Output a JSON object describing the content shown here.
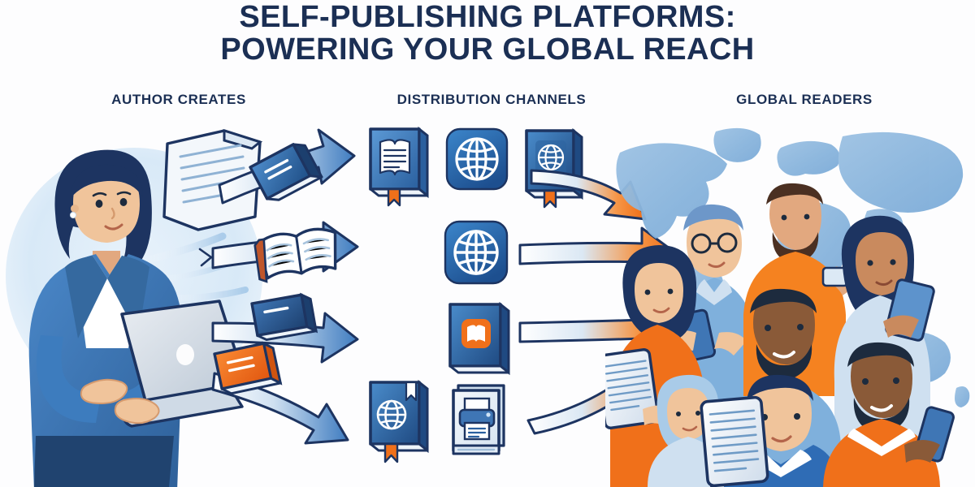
{
  "title": {
    "line1": "SELF-PUBLISHING PLATFORMS:",
    "line2": "POWERING YOUR GLOBAL REACH"
  },
  "columns": {
    "left_header": "AUTHOR CREATES",
    "middle_header": "DISTRIBUTION CHANNELS",
    "right_header": "GLOBAL READERS"
  },
  "colors": {
    "title_navy": "#1b2f54",
    "accent_orange": "#f0701a",
    "primary_blue": "#2f6cb5",
    "deep_blue": "#1d4f8f",
    "light_blue": "#a9cbe8",
    "pale_blue": "#dbeaf7",
    "map_blue": "#8ab4dd",
    "background": "#ffffff",
    "book_navy": "#244a7a",
    "skin_light": "#f0c49b",
    "skin_medium": "#c98a5e",
    "skin_dark": "#8a5a38"
  },
  "author_scene": {
    "label": "author-illustration",
    "figure": "woman-author-with-laptop",
    "blazer_color": "#3a79c0",
    "hair_color": "#1d3461",
    "laptop": "silver-laptop",
    "manuscript": "floating-document-pages",
    "circle_backdrop": "#dceaf7"
  },
  "flying_items": [
    {
      "name": "manuscript-pages",
      "type": "document"
    },
    {
      "name": "flying-book-blue-top",
      "type": "book",
      "color": "#2f6cb5"
    },
    {
      "name": "flying-open-book",
      "type": "open-book",
      "color": "#ffffff"
    },
    {
      "name": "flying-book-navy",
      "type": "book",
      "color": "#244a7a"
    },
    {
      "name": "flying-book-orange",
      "type": "book",
      "color": "#f0701a"
    }
  ],
  "channels": {
    "rows": [
      {
        "row": 1,
        "icons": [
          {
            "name": "ebook-reader-icon",
            "label": "ebook",
            "glyph": "book-with-pages"
          },
          {
            "name": "global-store-icon",
            "label": "online store",
            "glyph": "globe-app"
          },
          {
            "name": "global-book-icon",
            "label": "global catalog",
            "glyph": "book-with-globe"
          }
        ]
      },
      {
        "row": 2,
        "icons": [
          {
            "name": "worldwide-distribution-icon",
            "label": "worldwide distribution",
            "glyph": "globe-app"
          }
        ]
      },
      {
        "row": 3,
        "icons": [
          {
            "name": "bookstore-app-icon",
            "label": "bookstore app",
            "glyph": "book-with-open-book-badge"
          }
        ]
      },
      {
        "row": 4,
        "icons": [
          {
            "name": "international-catalog-icon",
            "label": "international catalog",
            "glyph": "book-with-globe"
          },
          {
            "name": "print-on-demand-icon",
            "label": "print on demand",
            "glyph": "book-with-printer"
          }
        ]
      }
    ]
  },
  "arrows": {
    "left_group": [
      {
        "name": "arrow-author-to-row1",
        "direction": "right-up",
        "style": "blue-gradient"
      },
      {
        "name": "arrow-author-to-row2",
        "direction": "right",
        "style": "blue-gradient"
      },
      {
        "name": "arrow-author-to-row3",
        "direction": "right",
        "style": "blue-gradient"
      },
      {
        "name": "arrow-author-to-row4",
        "direction": "right-down",
        "style": "blue-gradient"
      }
    ],
    "right_group": [
      {
        "name": "arrow-row1-to-readers",
        "direction": "right-down",
        "style": "orange-gradient"
      },
      {
        "name": "arrow-row2-to-readers",
        "direction": "right",
        "style": "orange-gradient"
      },
      {
        "name": "arrow-row3-to-readers",
        "direction": "right",
        "style": "orange-gradient"
      },
      {
        "name": "arrow-row4-to-readers",
        "direction": "right-up",
        "style": "orange-gradient"
      }
    ]
  },
  "readers_scene": {
    "label": "global-readers-illustration",
    "backdrop": "world-map-silhouette",
    "backdrop_color": "#8ab4dd",
    "people": [
      {
        "name": "reader-woman-orange-tablet",
        "device": "e-reader-tablet",
        "shirt": "#f0701a"
      },
      {
        "name": "reader-man-glasses-phone",
        "device": "smartphone",
        "shirt": "#6fa3d8"
      },
      {
        "name": "reader-man-beard-orange-phone",
        "device": "smartphone",
        "shirt": "#f58220"
      },
      {
        "name": "reader-woman-longhair-tablet",
        "device": "tablet",
        "shirt": "#cfe0f0"
      },
      {
        "name": "reader-man-beard-blue-shirt",
        "device": "none",
        "shirt": "#7fb0dc"
      },
      {
        "name": "reader-girl-blue-hair-tablet",
        "device": "tablet",
        "shirt": "#cfe0f0"
      },
      {
        "name": "reader-woman-white-shirt-tablet",
        "device": "tablet",
        "shirt": "#ffffff"
      },
      {
        "name": "reader-man-center-ereader",
        "device": "e-reader",
        "shirt": "#2f6cb5"
      },
      {
        "name": "reader-man-orange-shirt-phone",
        "device": "smartphone",
        "shirt": "#f0701a"
      }
    ]
  }
}
